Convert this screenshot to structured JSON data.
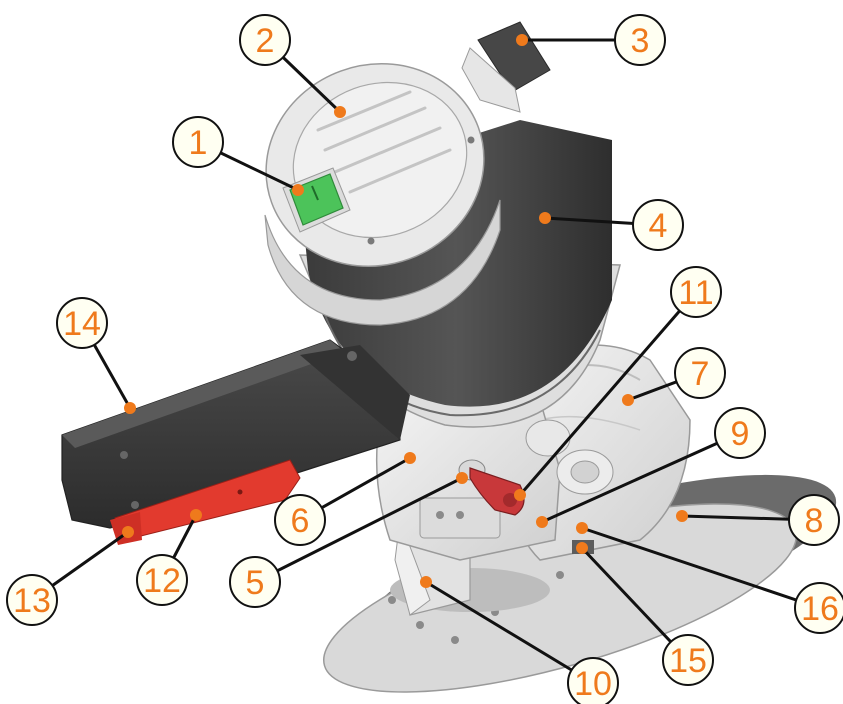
{
  "colors": {
    "callout_text": "#EF7A1C",
    "callout_dot": "#EF7A1C",
    "leader_line": "#111111",
    "circle_stroke": "#111111",
    "circle_fill": "#FFFFF2",
    "body_light": "#E6E6E6",
    "body_mid": "#CFCFCF",
    "motor_dark": "#4A4A4A",
    "handle_dark": "#3C3C3C",
    "switch_green": "#4CC35A",
    "sharpener_red": "#E23A2E",
    "knob_red": "#C8383A",
    "base_plate": "#D6D6D6",
    "base_shadow": "#6E6E6E"
  },
  "callouts": [
    {
      "id": 1,
      "label": "1"
    },
    {
      "id": 2,
      "label": "2"
    },
    {
      "id": 3,
      "label": "3"
    },
    {
      "id": 4,
      "label": "4"
    },
    {
      "id": 5,
      "label": "5"
    },
    {
      "id": 6,
      "label": "6"
    },
    {
      "id": 7,
      "label": "7"
    },
    {
      "id": 8,
      "label": "8"
    },
    {
      "id": 9,
      "label": "9"
    },
    {
      "id": 10,
      "label": "10"
    },
    {
      "id": 11,
      "label": "11"
    },
    {
      "id": 12,
      "label": "12"
    },
    {
      "id": 13,
      "label": "13"
    },
    {
      "id": 14,
      "label": "14"
    },
    {
      "id": 15,
      "label": "15"
    },
    {
      "id": 16,
      "label": "16"
    }
  ]
}
